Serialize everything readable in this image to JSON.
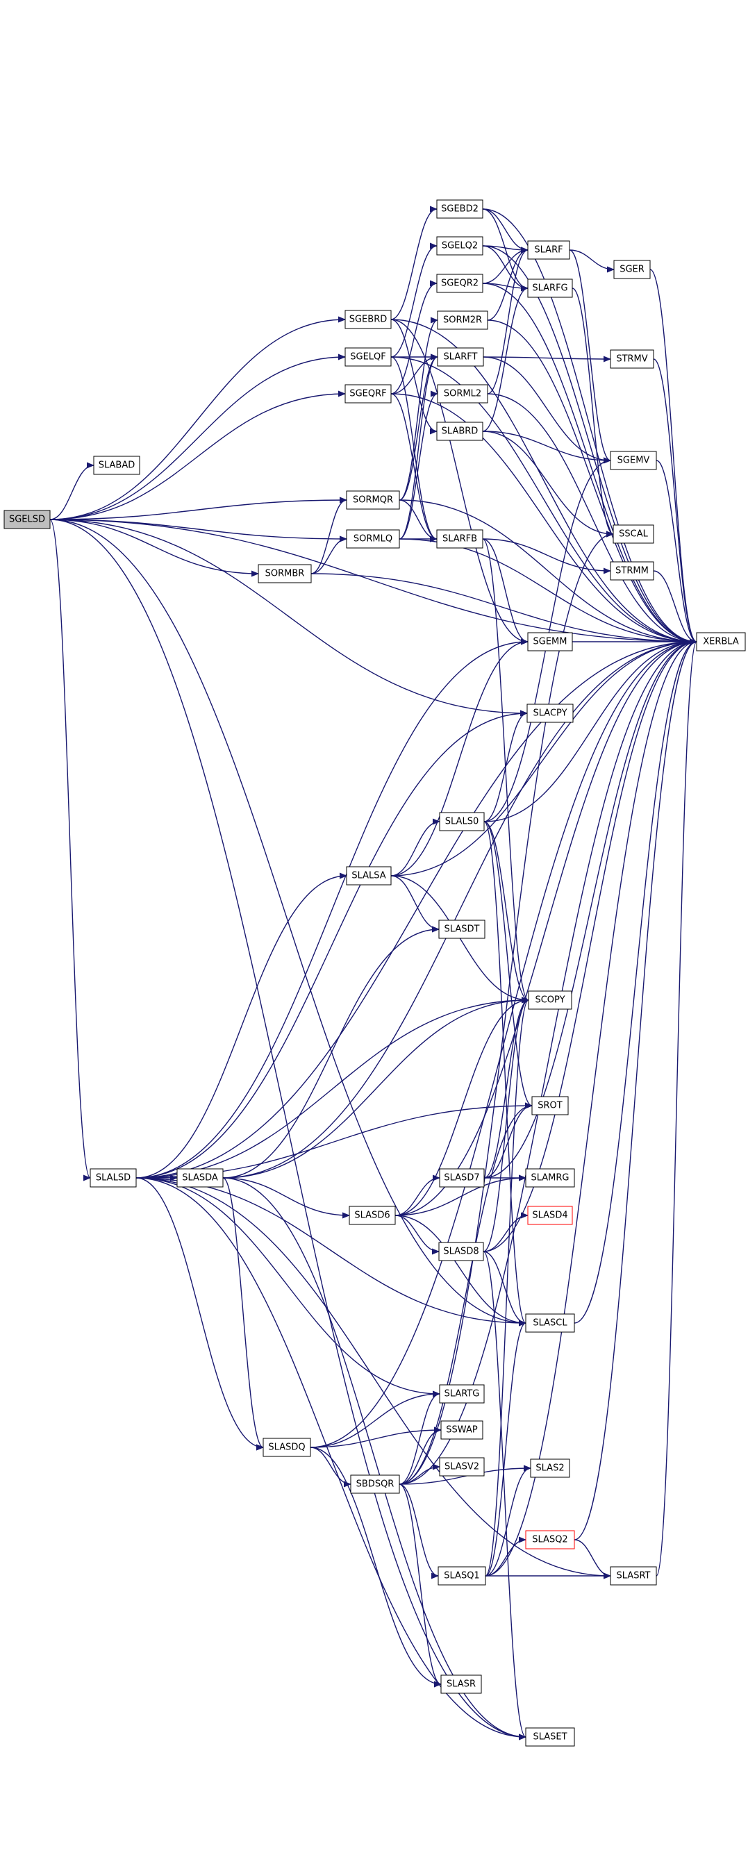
{
  "graph": {
    "root": "SGELSD",
    "nodes": [
      {
        "id": "SGELSD",
        "label": "SGELSD",
        "style": "root"
      },
      {
        "id": "SLABAD",
        "label": "SLABAD"
      },
      {
        "id": "SGEBRD",
        "label": "SGEBRD"
      },
      {
        "id": "SGELQF",
        "label": "SGELQF"
      },
      {
        "id": "SGEQRF",
        "label": "SGEQRF"
      },
      {
        "id": "SORMQR",
        "label": "SORMQR"
      },
      {
        "id": "SORMLQ",
        "label": "SORMLQ"
      },
      {
        "id": "SORMBR",
        "label": "SORMBR"
      },
      {
        "id": "SGEBD2",
        "label": "SGEBD2"
      },
      {
        "id": "SGELQ2",
        "label": "SGELQ2"
      },
      {
        "id": "SGEQR2",
        "label": "SGEQR2"
      },
      {
        "id": "SORM2R",
        "label": "SORM2R"
      },
      {
        "id": "SLARFT",
        "label": "SLARFT"
      },
      {
        "id": "SORML2",
        "label": "SORML2"
      },
      {
        "id": "SLABRD",
        "label": "SLABRD"
      },
      {
        "id": "SLARFB",
        "label": "SLARFB"
      },
      {
        "id": "SLARF",
        "label": "SLARF"
      },
      {
        "id": "SLARFG",
        "label": "SLARFG"
      },
      {
        "id": "SGER",
        "label": "SGER"
      },
      {
        "id": "STRMV",
        "label": "STRMV"
      },
      {
        "id": "SGEMV",
        "label": "SGEMV"
      },
      {
        "id": "SSCAL",
        "label": "SSCAL"
      },
      {
        "id": "STRMM",
        "label": "STRMM"
      },
      {
        "id": "SGEMM",
        "label": "SGEMM"
      },
      {
        "id": "XERBLA",
        "label": "XERBLA"
      },
      {
        "id": "SLACPY",
        "label": "SLACPY"
      },
      {
        "id": "SLALS0",
        "label": "SLALS0"
      },
      {
        "id": "SLALSA",
        "label": "SLALSA"
      },
      {
        "id": "SLASDT",
        "label": "SLASDT"
      },
      {
        "id": "SCOPY",
        "label": "SCOPY"
      },
      {
        "id": "SROT",
        "label": "SROT"
      },
      {
        "id": "SLALSD",
        "label": "SLALSD"
      },
      {
        "id": "SLASDA",
        "label": "SLASDA"
      },
      {
        "id": "SLASD7",
        "label": "SLASD7"
      },
      {
        "id": "SLAMRG",
        "label": "SLAMRG"
      },
      {
        "id": "SLASD6",
        "label": "SLASD6"
      },
      {
        "id": "SLASD4",
        "label": "SLASD4",
        "style": "red"
      },
      {
        "id": "SLASD8",
        "label": "SLASD8"
      },
      {
        "id": "SLASCL",
        "label": "SLASCL"
      },
      {
        "id": "SLARTG",
        "label": "SLARTG"
      },
      {
        "id": "SSWAP",
        "label": "SSWAP"
      },
      {
        "id": "SLASDQ",
        "label": "SLASDQ"
      },
      {
        "id": "SLASV2",
        "label": "SLASV2"
      },
      {
        "id": "SBDSQR",
        "label": "SBDSQR"
      },
      {
        "id": "SLAS2",
        "label": "SLAS2"
      },
      {
        "id": "SLASQ2",
        "label": "SLASQ2",
        "style": "red"
      },
      {
        "id": "SLASQ1",
        "label": "SLASQ1"
      },
      {
        "id": "SLASRT",
        "label": "SLASRT"
      },
      {
        "id": "SLASR",
        "label": "SLASR"
      },
      {
        "id": "SLASET",
        "label": "SLASET"
      }
    ],
    "edges": [
      [
        "SGELSD",
        "SLABAD"
      ],
      [
        "SGELSD",
        "SGEBRD"
      ],
      [
        "SGELSD",
        "SGELQF"
      ],
      [
        "SGELSD",
        "SGEQRF"
      ],
      [
        "SGELSD",
        "SORMQR"
      ],
      [
        "SGELSD",
        "SORMLQ"
      ],
      [
        "SGELSD",
        "SORMBR"
      ],
      [
        "SGELSD",
        "SLACPY"
      ],
      [
        "SGELSD",
        "SLALSD"
      ],
      [
        "SGELSD",
        "SLASCL"
      ],
      [
        "SGELSD",
        "SLASET"
      ],
      [
        "SGELSD",
        "XERBLA"
      ],
      [
        "SGEBRD",
        "SGEBD2"
      ],
      [
        "SGEBRD",
        "SLABRD"
      ],
      [
        "SGEBRD",
        "SGEMM"
      ],
      [
        "SGEBRD",
        "XERBLA"
      ],
      [
        "SGELQF",
        "SGELQ2"
      ],
      [
        "SGELQF",
        "SLARFT"
      ],
      [
        "SGELQF",
        "SLARFB"
      ],
      [
        "SGELQF",
        "XERBLA"
      ],
      [
        "SGEQRF",
        "SGEQR2"
      ],
      [
        "SGEQRF",
        "SLARFT"
      ],
      [
        "SGEQRF",
        "SLARFB"
      ],
      [
        "SGEQRF",
        "XERBLA"
      ],
      [
        "SORMQR",
        "SORM2R"
      ],
      [
        "SORMQR",
        "SLARFT"
      ],
      [
        "SORMQR",
        "SLARFB"
      ],
      [
        "SORMQR",
        "XERBLA"
      ],
      [
        "SORMLQ",
        "SORML2"
      ],
      [
        "SORMLQ",
        "SLARFT"
      ],
      [
        "SORMLQ",
        "SLARFB"
      ],
      [
        "SORMLQ",
        "XERBLA"
      ],
      [
        "SORMBR",
        "SORMQR"
      ],
      [
        "SORMBR",
        "SORMLQ"
      ],
      [
        "SORMBR",
        "XERBLA"
      ],
      [
        "SGEBD2",
        "SLARF"
      ],
      [
        "SGEBD2",
        "SLARFG"
      ],
      [
        "SGEBD2",
        "XERBLA"
      ],
      [
        "SGELQ2",
        "SLARF"
      ],
      [
        "SGELQ2",
        "SLARFG"
      ],
      [
        "SGELQ2",
        "XERBLA"
      ],
      [
        "SGEQR2",
        "SLARF"
      ],
      [
        "SGEQR2",
        "SLARFG"
      ],
      [
        "SGEQR2",
        "XERBLA"
      ],
      [
        "SORM2R",
        "SLARF"
      ],
      [
        "SORM2R",
        "XERBLA"
      ],
      [
        "SORML2",
        "SLARF"
      ],
      [
        "SORML2",
        "XERBLA"
      ],
      [
        "SLARFT",
        "SGEMV"
      ],
      [
        "SLARFT",
        "STRMV"
      ],
      [
        "SLABRD",
        "SGEMV"
      ],
      [
        "SLABRD",
        "SLARFG"
      ],
      [
        "SLABRD",
        "SSCAL"
      ],
      [
        "SLARFB",
        "SCOPY"
      ],
      [
        "SLARFB",
        "SGEMM"
      ],
      [
        "SLARFB",
        "STRMM"
      ],
      [
        "SLARF",
        "SGEMV"
      ],
      [
        "SLARF",
        "SGER"
      ],
      [
        "SLARFG",
        "SSCAL"
      ],
      [
        "SGER",
        "XERBLA"
      ],
      [
        "STRMV",
        "XERBLA"
      ],
      [
        "SGEMV",
        "XERBLA"
      ],
      [
        "STRMM",
        "XERBLA"
      ],
      [
        "SGEMM",
        "XERBLA"
      ],
      [
        "SLALSD",
        "SGEMM"
      ],
      [
        "SLALSD",
        "SLACPY"
      ],
      [
        "SLALSD",
        "SLALSA"
      ],
      [
        "SLALSD",
        "SLASDA"
      ],
      [
        "SLALSD",
        "SCOPY"
      ],
      [
        "SLALSD",
        "SROT"
      ],
      [
        "SLALSD",
        "SLASCL"
      ],
      [
        "SLALSD",
        "SLARTG"
      ],
      [
        "SLALSD",
        "SLASDQ"
      ],
      [
        "SLALSD",
        "SLASET"
      ],
      [
        "SLALSD",
        "SLASRT"
      ],
      [
        "SLALSD",
        "XERBLA"
      ],
      [
        "SLALSA",
        "SLALS0"
      ],
      [
        "SLALSA",
        "SLASDT"
      ],
      [
        "SLALSA",
        "SCOPY"
      ],
      [
        "SLALSA",
        "SGEMM"
      ],
      [
        "SLALSA",
        "XERBLA"
      ],
      [
        "SLALS0",
        "SCOPY"
      ],
      [
        "SLALS0",
        "SROT"
      ],
      [
        "SLALS0",
        "SLACPY"
      ],
      [
        "SLALS0",
        "SGEMV"
      ],
      [
        "SLALS0",
        "SLASCL"
      ],
      [
        "SLALS0",
        "XERBLA"
      ],
      [
        "SLASDA",
        "SLASD6"
      ],
      [
        "SLASDA",
        "SLASDQ"
      ],
      [
        "SLASDA",
        "SLASDT"
      ],
      [
        "SLASDA",
        "SCOPY"
      ],
      [
        "SLASDA",
        "SLASET"
      ],
      [
        "SLASDA",
        "XERBLA"
      ],
      [
        "SLASD6",
        "SLASD7"
      ],
      [
        "SLASD6",
        "SLASD8"
      ],
      [
        "SLASD6",
        "SCOPY"
      ],
      [
        "SLASD6",
        "SLAMRG"
      ],
      [
        "SLASD6",
        "SLASCL"
      ],
      [
        "SLASD6",
        "XERBLA"
      ],
      [
        "SLASD7",
        "SCOPY"
      ],
      [
        "SLASD7",
        "SROT"
      ],
      [
        "SLASD7",
        "SLAMRG"
      ],
      [
        "SLASD7",
        "XERBLA"
      ],
      [
        "SLASD8",
        "SLASD4"
      ],
      [
        "SLASD8",
        "SLASCL"
      ],
      [
        "SLASD8",
        "SCOPY"
      ],
      [
        "SLASD8",
        "SLASET"
      ],
      [
        "SLASD8",
        "XERBLA"
      ],
      [
        "SLASDQ",
        "SBDSQR"
      ],
      [
        "SLASDQ",
        "SLARTG"
      ],
      [
        "SLASDQ",
        "SSWAP"
      ],
      [
        "SLASDQ",
        "SLASR"
      ],
      [
        "SLASDQ",
        "XERBLA"
      ],
      [
        "SBDSQR",
        "SLASQ1"
      ],
      [
        "SBDSQR",
        "SLARTG"
      ],
      [
        "SBDSQR",
        "SLASV2"
      ],
      [
        "SBDSQR",
        "SLAS2"
      ],
      [
        "SBDSQR",
        "SROT"
      ],
      [
        "SBDSQR",
        "SSWAP"
      ],
      [
        "SBDSQR",
        "SSCAL"
      ],
      [
        "SBDSQR",
        "SLASR"
      ],
      [
        "SBDSQR",
        "XERBLA"
      ],
      [
        "SLASQ1",
        "SLASQ2"
      ],
      [
        "SLASQ1",
        "SLAS2"
      ],
      [
        "SLASQ1",
        "SCOPY"
      ],
      [
        "SLASQ1",
        "SLASRT"
      ],
      [
        "SLASQ1",
        "SLASCL"
      ],
      [
        "SLASQ1",
        "XERBLA"
      ],
      [
        "SLASQ2",
        "SLASRT"
      ],
      [
        "SLASQ2",
        "XERBLA"
      ],
      [
        "SLASRT",
        "XERBLA"
      ],
      [
        "SLASCL",
        "XERBLA"
      ]
    ]
  }
}
